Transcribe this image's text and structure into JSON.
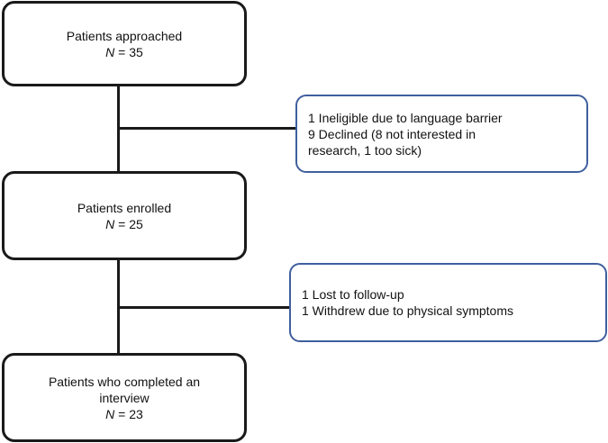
{
  "flow": {
    "step1": {
      "label": "Patients approached",
      "n_symbol": "N",
      "n_value": " = 35"
    },
    "exclusion1": {
      "lines": [
        "1 Ineligible due to language barrier",
        "9 Declined (8 not interested in",
        "research, 1 too sick)"
      ]
    },
    "step2": {
      "label": "Patients enrolled",
      "n_symbol": "N",
      "n_value": " = 25"
    },
    "exclusion2": {
      "lines": [
        "1 Lost to follow-up",
        "1 Withdrew due to physical symptoms"
      ]
    },
    "step3": {
      "label_line1": "Patients who completed an",
      "label_line2": "interview",
      "n_symbol": "N",
      "n_value": " = 23"
    }
  }
}
